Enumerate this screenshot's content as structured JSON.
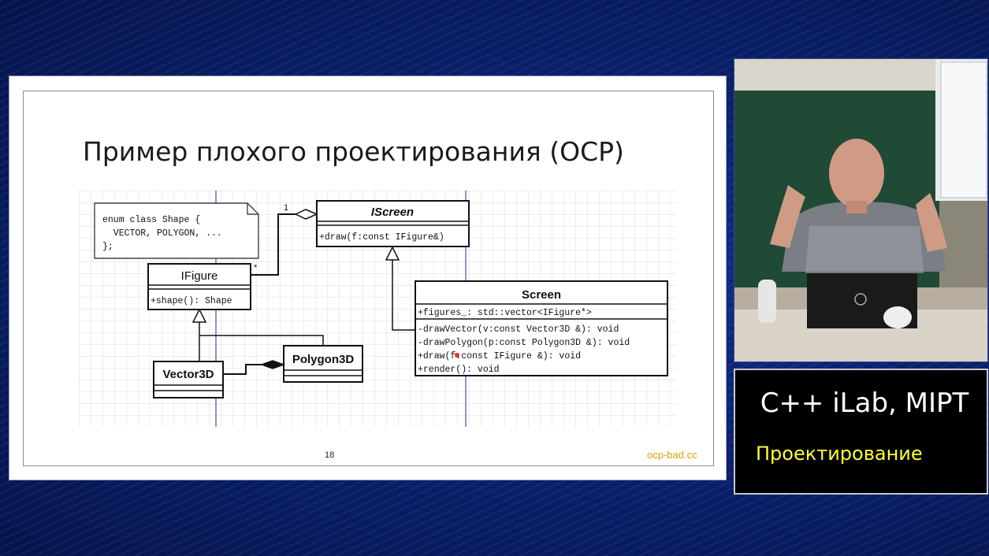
{
  "slide": {
    "title": "Пример плохого проектирования (OCP)",
    "page_number": "18",
    "source_link": "ocp-bad.cc"
  },
  "diagram": {
    "note": {
      "lines": [
        "enum class Shape {",
        "  VECTOR, POLYGON, ...",
        "};"
      ]
    },
    "classes": {
      "iscreen": {
        "name": "IScreen",
        "members": [
          "+draw(f:const IFigure&)"
        ]
      },
      "ifigure": {
        "name": "IFigure",
        "members": [
          "+shape(): Shape"
        ]
      },
      "screen": {
        "name": "Screen",
        "attributes": [
          "+figures_: std::vector<IFigure*>"
        ],
        "methods": [
          "-drawVector(v:const Vector3D &): void",
          "-drawPolygon(p:const Polygon3D &): void",
          "+draw(f:const IFigure &): void",
          "+render(): void"
        ]
      },
      "vector3d": {
        "name": "Vector3D"
      },
      "polygon3d": {
        "name": "Polygon3D"
      }
    },
    "multiplicities": {
      "iscreen_end": "1",
      "ifigure_end": "*"
    }
  },
  "overlay": {
    "course_title": "C++ iLab, MIPT",
    "course_subtitle": "Проектирование",
    "subtitle_color": "#ffff33"
  },
  "colors": {
    "background": "#0b2270",
    "slide_link": "#e0a000"
  }
}
